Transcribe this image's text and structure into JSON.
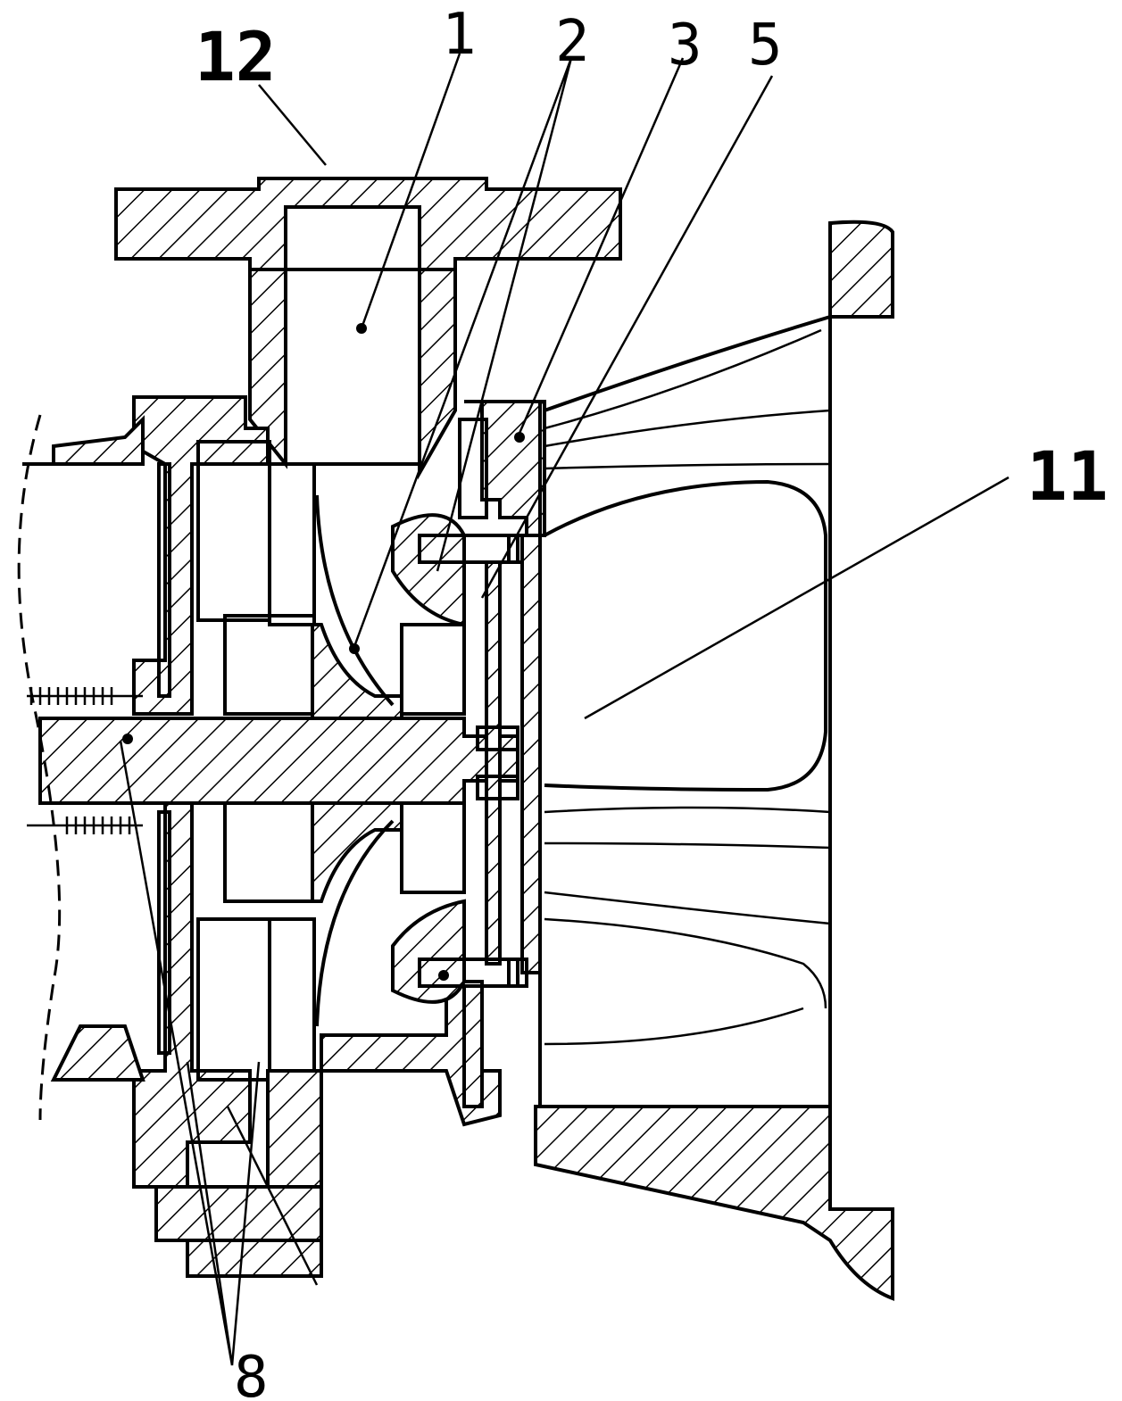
{
  "figure": {
    "callouts": [
      {
        "id": "label-12",
        "text": "12"
      },
      {
        "id": "label-1",
        "text": "1"
      },
      {
        "id": "label-2",
        "text": "2"
      },
      {
        "id": "label-3",
        "text": "3"
      },
      {
        "id": "label-5",
        "text": "5"
      },
      {
        "id": "label-11",
        "text": "11"
      },
      {
        "id": "label-8",
        "text": "8"
      }
    ]
  }
}
